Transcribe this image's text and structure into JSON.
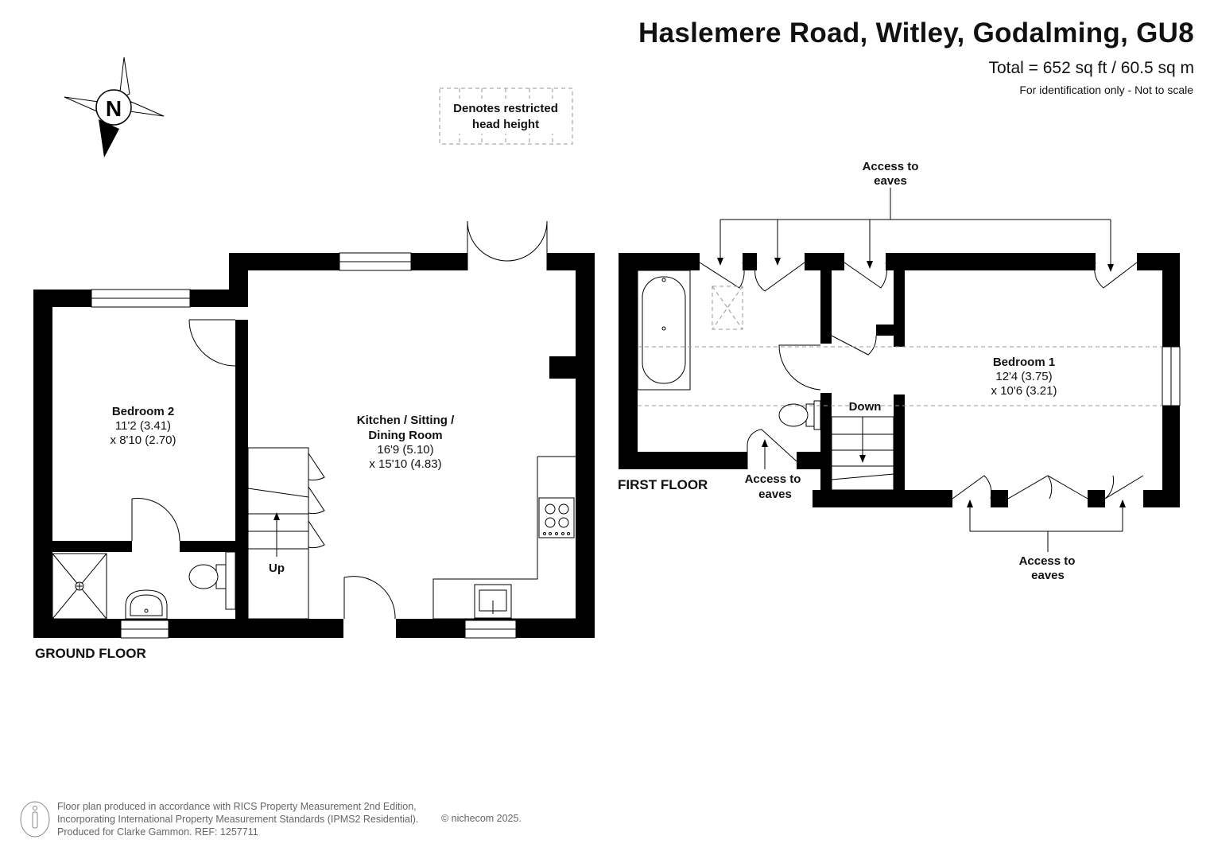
{
  "header": {
    "address": "Haslemere Road, Witley, Godalming, GU8",
    "total": "Total = 652 sq ft / 60.5 sq m",
    "note": "For identification only - Not to scale"
  },
  "compass": {
    "letter": "N",
    "icon": "compass-north-icon"
  },
  "legend": {
    "line1": "Denotes restricted",
    "line2": "head height"
  },
  "ground_floor": {
    "label": "GROUND FLOOR",
    "bedroom2": {
      "name": "Bedroom 2",
      "dim1": "11'2 (3.41)",
      "dim2": "x 8'10 (2.70)"
    },
    "kitchen": {
      "name1": "Kitchen / Sitting /",
      "name2": "Dining Room",
      "dim1": "16'9 (5.10)",
      "dim2": "x 15'10 (4.83)"
    },
    "stairs_label": "Up"
  },
  "first_floor": {
    "label": "FIRST FLOOR",
    "bedroom1": {
      "name": "Bedroom 1",
      "dim1": "12'4 (3.75)",
      "dim2": "x 10'6 (3.21)"
    },
    "stairs_label": "Down",
    "eaves_top": {
      "line1": "Access to",
      "line2": "eaves"
    },
    "eaves_mid": {
      "line1": "Access to",
      "line2": "eaves"
    },
    "eaves_bottom": {
      "line1": "Access to",
      "line2": "eaves"
    }
  },
  "footer": {
    "line1": "Floor plan produced in accordance with RICS Property Measurement 2nd Edition,",
    "line2": "Incorporating International Property Measurement Standards (IPMS2 Residential).",
    "line3": "Produced for Clarke Gammon.   REF:  1257711",
    "copyright": "© nichecom 2025."
  }
}
